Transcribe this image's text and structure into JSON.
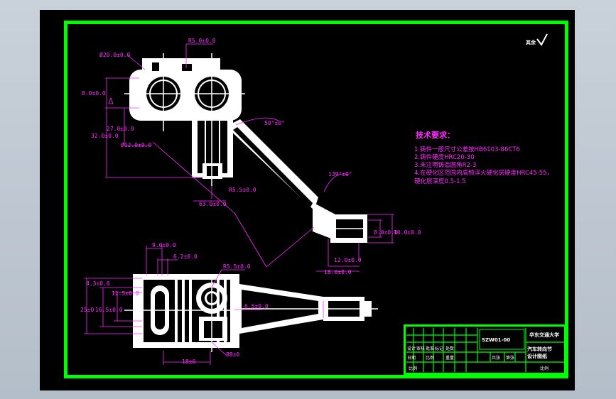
{
  "colors": {
    "frame": "#00ff00",
    "background": "#000000",
    "dimension": "#ff2bff",
    "part": "#ffffff",
    "outer": "#c4ccd6"
  },
  "corner_mark": "其余",
  "upper_view": {
    "dims": {
      "r5": "R5.0±0.0",
      "d20": "Ø20.0±0.0",
      "h8": "8.0±0.0",
      "h32": "32.0±0.0",
      "h27": "27.0±0.0",
      "d12": "Ø12.0±0.0",
      "ang50": "50°±0°",
      "ang139": "139°±0°",
      "r55": "R5.5±0.0",
      "len63": "63.0±0.0",
      "w8": "8.0±0.0",
      "w10": "10.0±0.0",
      "w12": "12.0±0.0",
      "w18": "18.0±0.0"
    }
  },
  "lower_view": {
    "dims": {
      "w9": "9.0±0.0",
      "w62": "6.2±0.0",
      "r55": "R5.5±0.0",
      "h43": "4.3±0.0",
      "h125": "12.5±0.0",
      "h25": "25±0",
      "h165": "16.5±0.0",
      "d65": "6.5±0.0",
      "w18": "18±0",
      "d8": "Ø8±0"
    }
  },
  "tech": {
    "title": "技术要求：",
    "lines": [
      "1.铸件一般尺寸公差按HB6103-86CT6",
      "2.铸件硬度HRC20-30",
      "3.未注明铸造圆角R2-3",
      "4.在硬化区范围内高频淬火硬化层硬度HRC45-55，",
      "硬化层深度0.5-1.5"
    ]
  },
  "title_block": {
    "school": "华东交通大学",
    "drawing_no": "SZW01-00",
    "part_name": "汽车转向节",
    "part_name2": "设计图纸",
    "cells": [
      "设计",
      "审核",
      "批准",
      "标记",
      "处数",
      "日期",
      "比例",
      "重量",
      "共张",
      "第张"
    ],
    "bottom": "比例"
  }
}
